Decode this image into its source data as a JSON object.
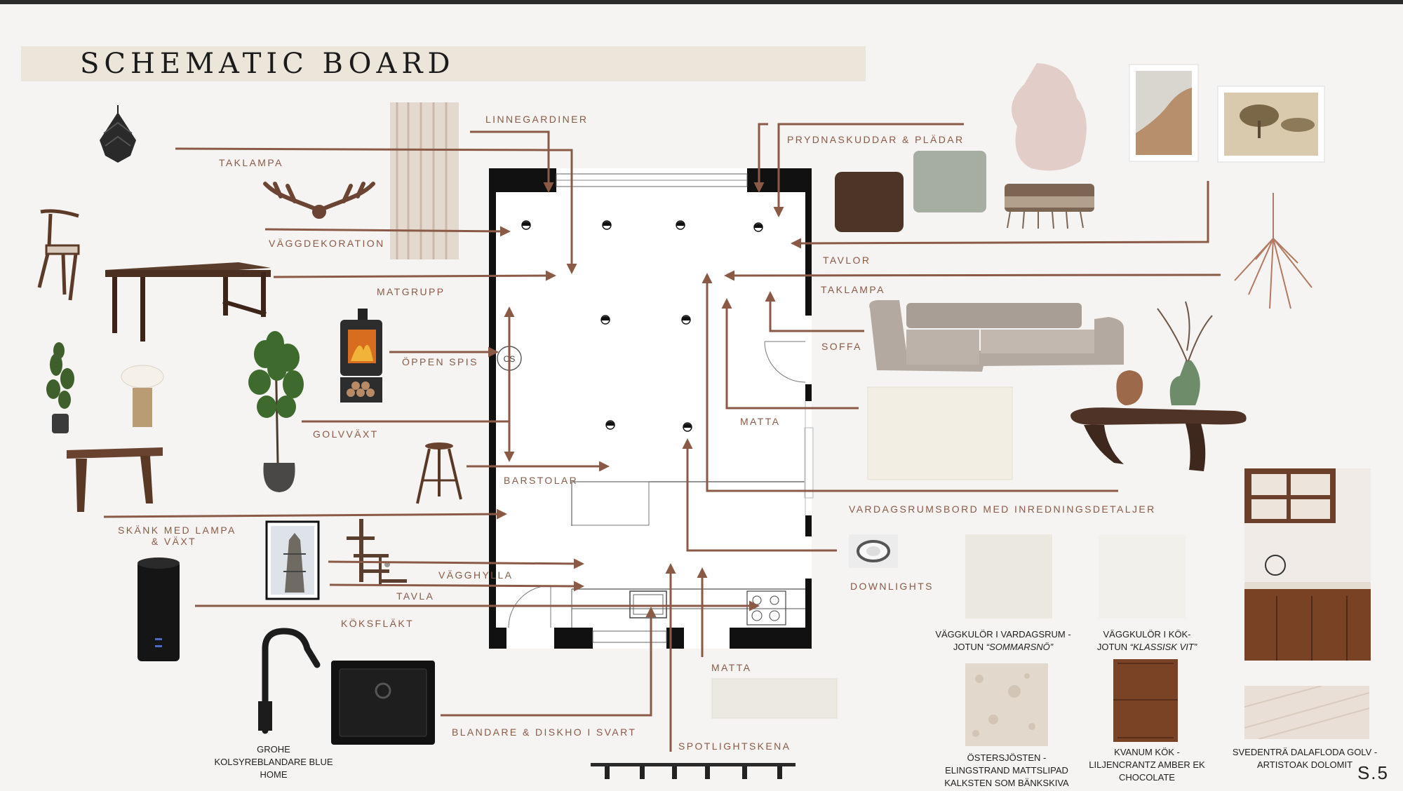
{
  "title": "SCHEMATIC BOARD",
  "page_number": "S.5",
  "labels": {
    "taklampa_left": "TAKLAMPA",
    "linnegardiner": "LINNEGARDINER",
    "vaggdekoration": "VÄGGDEKORATION",
    "matgrupp": "MATGRUPP",
    "oppen_spis": "ÖPPEN SPIS",
    "golvvaxt": "GOLVVÄXT",
    "barstolar": "BARSTOLAR",
    "skank_line1": "SKÄNK MED LAMPA",
    "skank_line2": "& VÄXT",
    "vagghylla": "VÄGGHYLLA",
    "tavla": "TAVLA",
    "koksflakt": "KÖKSFLÄKT",
    "blandare": "BLANDARE & DISKHO I SVART",
    "spotlightskena": "SPOTLIGHTSKENA",
    "matta_bottom": "MATTA",
    "prydnaskuddar": "PRYDNASKUDDAR & PLÄDAR",
    "tavlor": "TAVLOR",
    "taklampa_right": "TAKLAMPA",
    "soffa": "SOFFA",
    "matta_mid": "MATTA",
    "vardagsrumsbord": "VARDAGSRUMSBORD MED INREDNINGSDETALJER",
    "downlights": "DOWNLIGHTS"
  },
  "captions": {
    "grohe": [
      "GROHE",
      "KOLSYREBLANDARE BLUE",
      "HOME"
    ],
    "vardagsrum_line1": "VÄGGKULÖR I VARDAGSRUM -",
    "vardagsrum_line2_prefix": "JOTUN ",
    "vardagsrum_line2_name": "“SOMMARSNÖ”",
    "kok_line1": "VÄGGKULÖR I KÖK-",
    "kok_line2_prefix": "JOTUN ",
    "kok_line2_name": "“KLASSISK VIT”",
    "ostersjosten": [
      "ÖSTERSJÖSTEN -",
      "ELINGSTRAND MATTSLIPAD",
      "KALKSTEN SOM BÄNKSKIVA"
    ],
    "kvanum": [
      "KVANUM KÖK -",
      "LILJENCRANTZ AMBER EK",
      "CHOCOLATE"
    ],
    "svedentra": [
      "SVEDENTRÄ DALAFLODA GOLV -",
      "ARTISTOAK DOLOMIT"
    ]
  },
  "colors": {
    "accent": "#8a5a46",
    "sommarsno": "#ebe8df",
    "klassisk_vit": "#f1f0eb",
    "stone": "#e2d8cc",
    "oak_chocolate": "#7a4326",
    "floor": "#e9dfd6"
  }
}
